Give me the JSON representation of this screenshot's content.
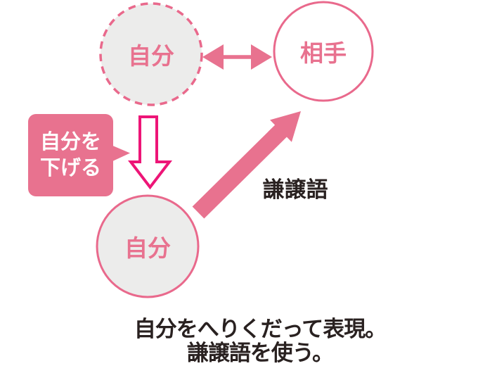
{
  "colors": {
    "pink": "#e8728f",
    "pink_stroke": "#e9698c",
    "magenta_outline": "#ed1577",
    "circle_fill": "#ececeb",
    "text_dark": "#292120",
    "white": "#ffffff"
  },
  "nodes": {
    "self_top": {
      "label": "自分"
    },
    "other": {
      "label": "相手"
    },
    "self_bottom": {
      "label": "自分"
    }
  },
  "callout": {
    "line1": "自分を",
    "line2": "下げる"
  },
  "arrow_label": {
    "text": "謙譲語"
  },
  "caption": {
    "line1": "自分をへりくだって表現。",
    "line2": "謙譲語を使う。"
  }
}
